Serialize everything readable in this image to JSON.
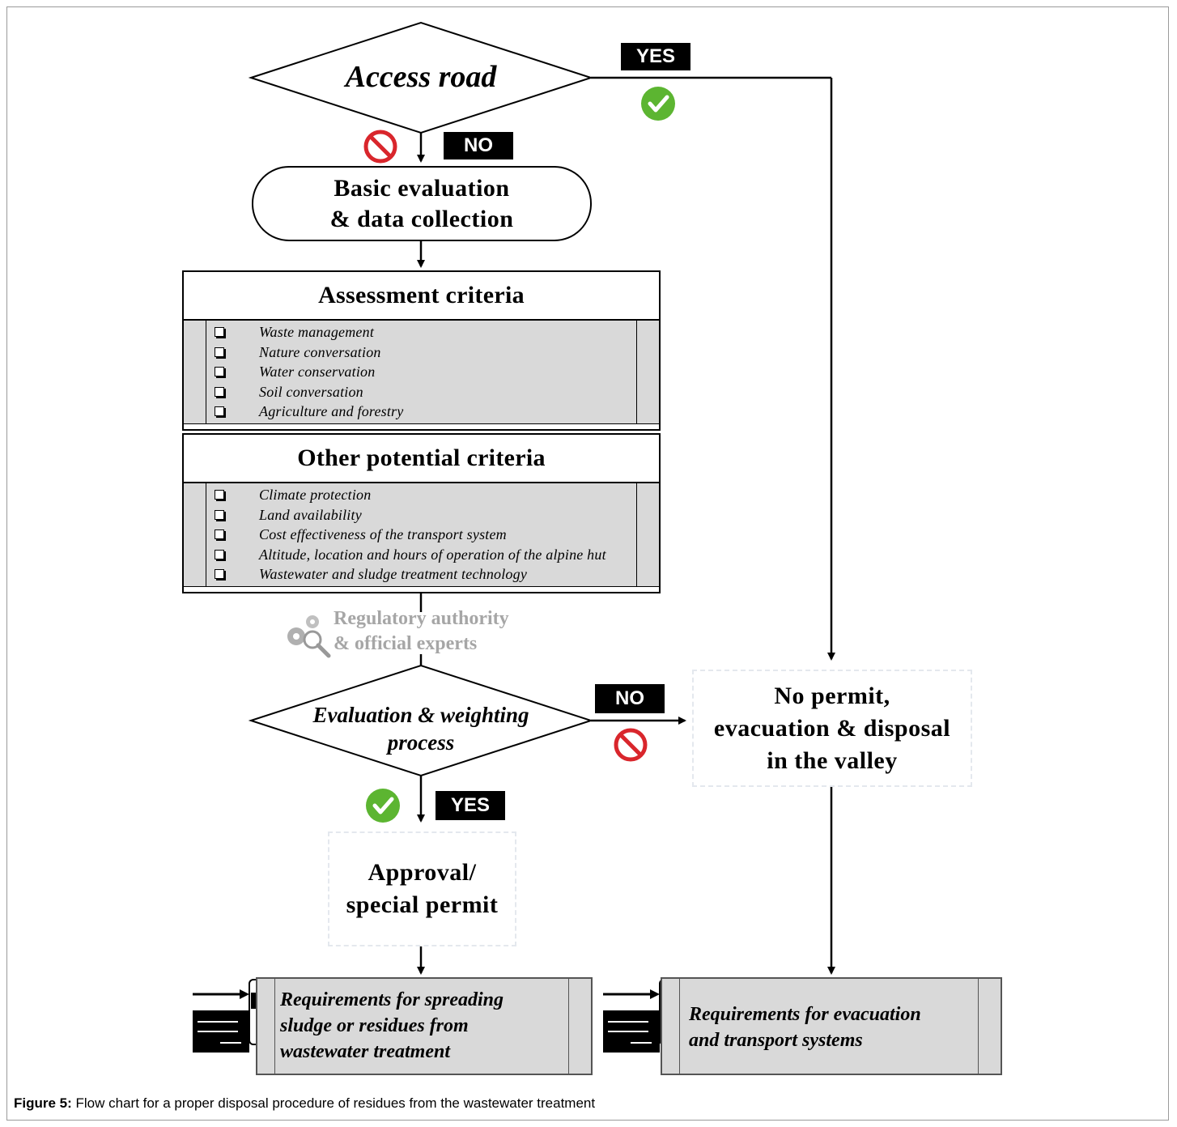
{
  "decision_access": {
    "label": "Access road",
    "yes": "YES",
    "no": "NO"
  },
  "basic_eval": {
    "line1": "Basic evaluation",
    "line2": "& data collection"
  },
  "assessment": {
    "title": "Assessment criteria",
    "items": [
      "Waste management",
      "Nature conversation",
      "Water conservation",
      "Soil conversation",
      "Agriculture and forestry"
    ]
  },
  "other": {
    "title": "Other potential criteria",
    "items": [
      "Climate protection",
      "Land availability",
      "Cost effectiveness of the transport system",
      "Altitude, location and hours of operation of the alpine hut",
      "Wastewater and sludge treatment technology"
    ]
  },
  "regulatory": {
    "line1": "Regulatory authority",
    "line2": "& official experts"
  },
  "decision_eval": {
    "line1": "Evaluation & weighting",
    "line2": "process",
    "yes": "YES",
    "no": "NO"
  },
  "no_permit": {
    "line1": "No permit,",
    "line2": "evacuation & disposal",
    "line3": "in the valley"
  },
  "approval": {
    "line1": "Approval/",
    "line2": "special permit"
  },
  "req_sludge": {
    "line1": "Requirements for spreading",
    "line2": "sludge or residues from",
    "line3": "wastewater treatment"
  },
  "req_evac": {
    "line1": "Requirements for evacuation",
    "line2": "and transport systems"
  },
  "caption": {
    "label": "Figure 5:",
    "text": " Flow chart for a proper disposal procedure of residues from the wastewater treatment"
  },
  "colors": {
    "check_green": "#5cb531",
    "stop_red": "#d9262c",
    "ghost_border": "#e4e8ee",
    "box_fill": "#d9d9d9",
    "muted_text": "#a6a6a6"
  },
  "icons": [
    "check-icon",
    "prohibited-icon",
    "gears-magnifier-icon",
    "document-arrow-icon"
  ]
}
